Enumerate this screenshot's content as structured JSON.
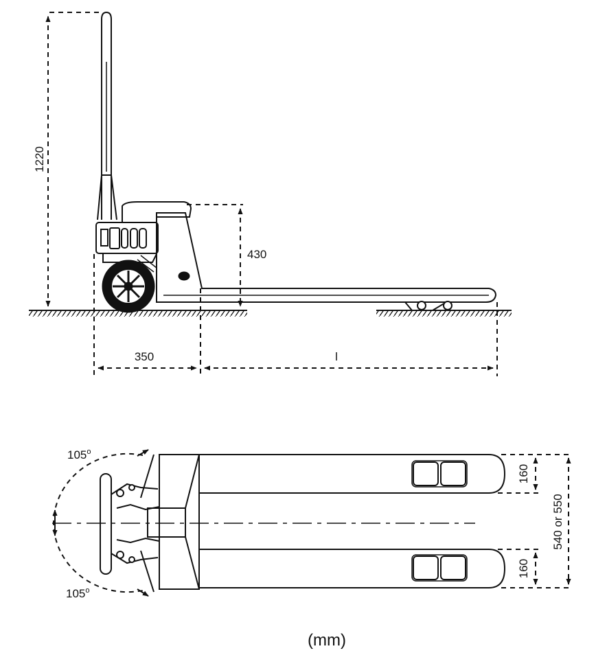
{
  "side_view": {
    "dim_height": "1220",
    "dim_fork_height": "430",
    "dim_base": "350",
    "dim_length": "l"
  },
  "top_view": {
    "angle_top": "105",
    "angle_bottom": "105",
    "angle_symbol": "o",
    "dim_fork_width_top": "160",
    "dim_fork_width_bottom": "160",
    "dim_overall_width": "540 or 550"
  },
  "unit_label": "(mm)"
}
